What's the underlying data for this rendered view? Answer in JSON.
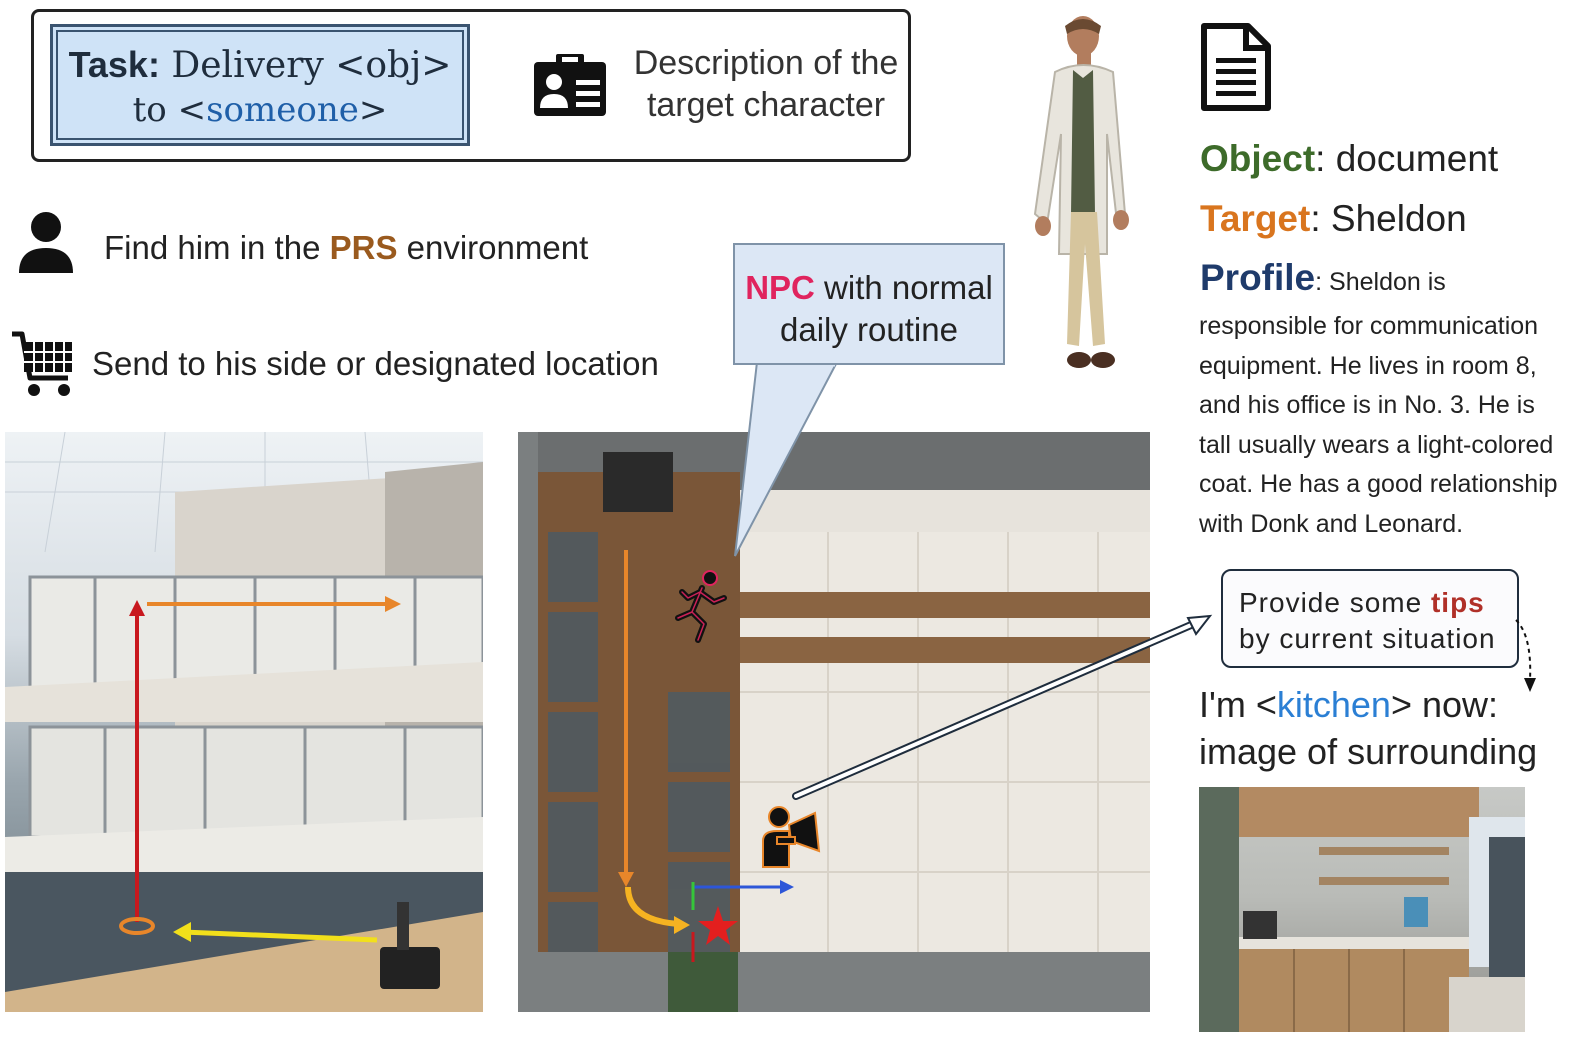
{
  "task": {
    "label": "Task:",
    "line1_text": "Delivery <obj>",
    "line2_prefix": "to <",
    "line2_word": "someone",
    "line2_suffix": ">"
  },
  "description": {
    "text": "Description of the target character",
    "icon": "id-card-icon"
  },
  "steps": [
    {
      "icon": "person-icon",
      "prefix": "Find him in the ",
      "highlight": "PRS",
      "suffix": " environment"
    },
    {
      "icon": "shopping-cart-icon",
      "text": "Send to his side or designated location"
    }
  ],
  "npc_callout": {
    "highlight": "NPC",
    "line1_suffix": " with normal",
    "line2": "daily routine"
  },
  "profile": {
    "object_key": "Object",
    "object_value": ": document",
    "target_key": "Target",
    "target_value": ": Sheldon",
    "profile_key": "Profile",
    "profile_lead": ": Sheldon is",
    "profile_body": "responsible for communication equipment. He lives in room 8, and his office is in No. 3. He is tall usually wears a light-colored coat. He has a good relationship with Donk and Leonard."
  },
  "tips": {
    "line1_prefix": "Provide some ",
    "line1_highlight": "tips",
    "line2": "by current situation"
  },
  "location": {
    "prefix": "I'm <",
    "word": "kitchen",
    "suffix": "> now:",
    "line2": "image of surrounding"
  },
  "colors": {
    "object_key": "#3d6b2a",
    "target_key": "#d9751e",
    "profile_key": "#1f3b6b",
    "prs": "#9a5a1e",
    "npc": "#e0245e",
    "tips": "#b03028",
    "kitchen": "#2b7fd4",
    "someone": "#1f5fa8"
  }
}
